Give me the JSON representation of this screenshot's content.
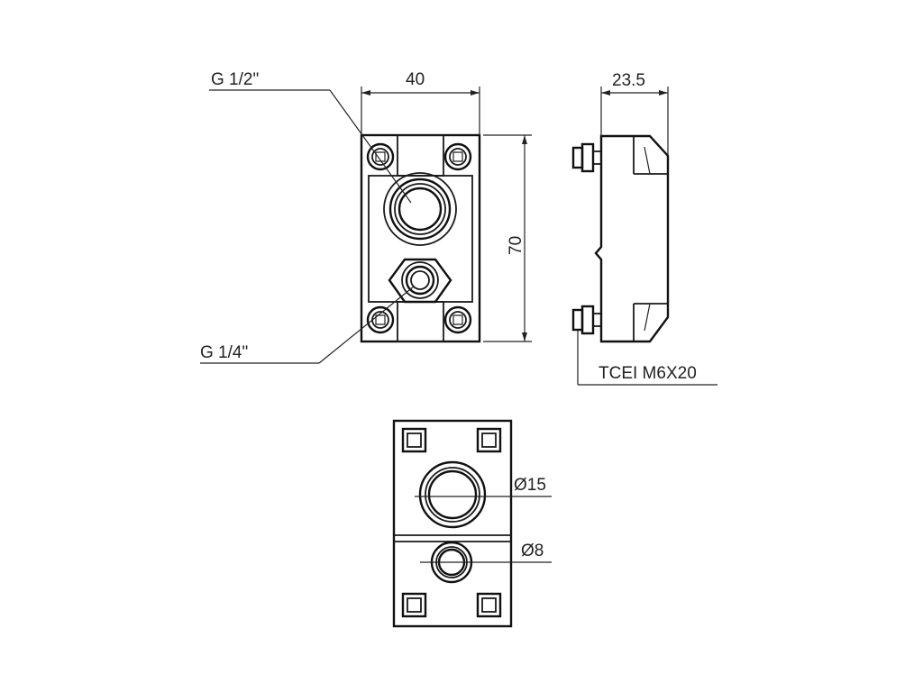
{
  "labels": {
    "top_view_width": "40",
    "top_view_height": "70",
    "side_view_depth": "23.5",
    "large_thread": "G 1/2\"",
    "small_thread": "G 1/4\"",
    "screw_spec": "TCEI M6X20",
    "large_bore_dia": "Ø15",
    "small_bore_dia": "Ø8"
  },
  "colors": {
    "line": "#222222",
    "background": "#ffffff"
  }
}
